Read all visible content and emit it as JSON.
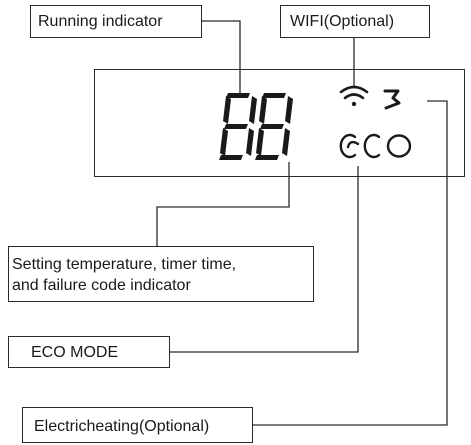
{
  "labels": {
    "running": "Running indicator",
    "wifi": "WIFI(Optional)",
    "setting_line1": "Setting temperature, timer time,",
    "setting_line2": "and failure code indicator",
    "eco_mode": "ECO MODE",
    "electric_heating": "Electricheating(Optional)"
  },
  "display": {
    "digits": "88",
    "eco_text": "eco",
    "icons": [
      "wifi-icon",
      "heating-icon"
    ]
  },
  "colors": {
    "line": "#2a2a2a",
    "text": "#1a1a1a"
  }
}
